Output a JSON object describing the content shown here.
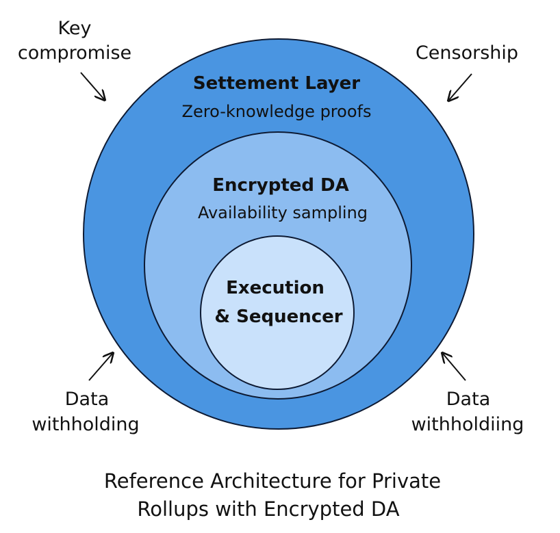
{
  "caption": {
    "line1": "Reference Architecture for Private",
    "line2": "Rollups with Encrypted DA"
  },
  "layers": {
    "outer": {
      "title": "Settement Layer",
      "subtitle": "Zero-knowledge proofs",
      "fill": "#4a95e1"
    },
    "middle": {
      "title": "Encrypted DA",
      "subtitle": "Availability sampling",
      "fill": "#8cbcf0"
    },
    "inner": {
      "title_line1": "Execution",
      "title_line2": "& Sequencer",
      "fill": "#c9e1fb"
    },
    "outline": "#0d1a33"
  },
  "threats": {
    "top_left": {
      "line1": "Key",
      "line2": "compromise"
    },
    "top_right": {
      "line1": "Censorship"
    },
    "bottom_left": {
      "line1": "Data",
      "line2": "withholding"
    },
    "bottom_right": {
      "line1": "Data",
      "line2": "withholdiing"
    }
  }
}
